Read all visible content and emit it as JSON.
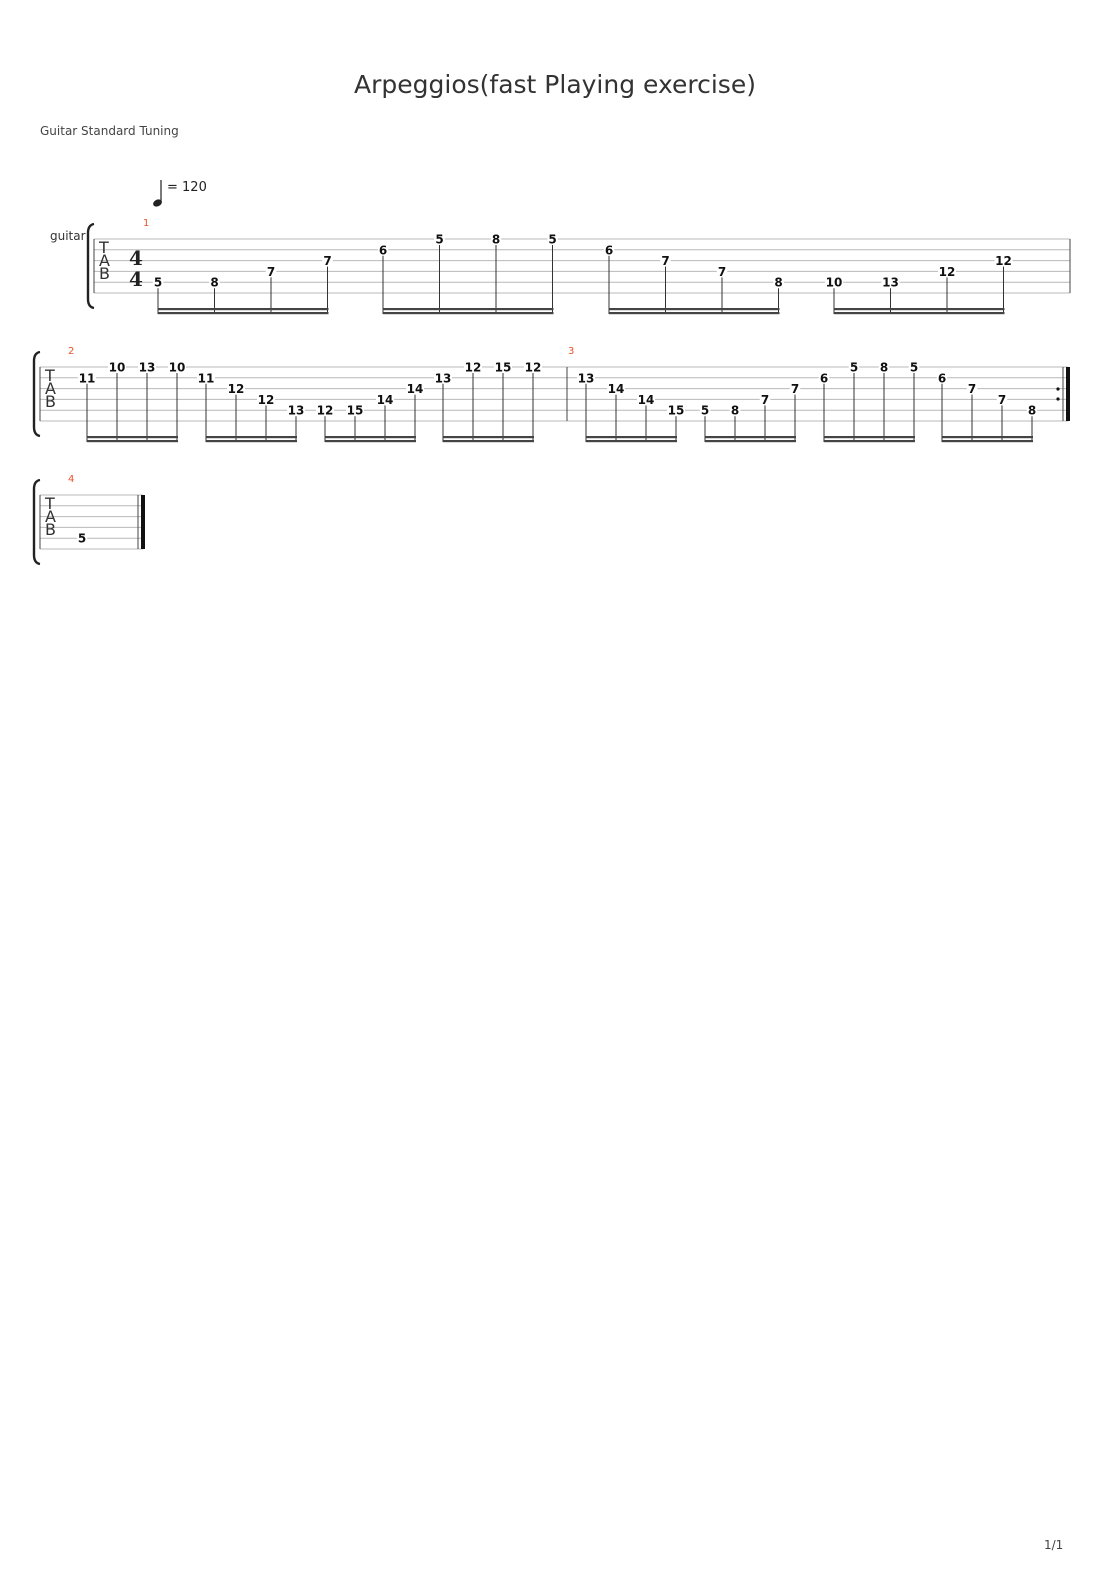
{
  "title": "Arpeggios(fast Playing exercise)",
  "tuning": "Guitar Standard Tuning",
  "tempo": {
    "bpm_text": "= 120",
    "note_icon": "quarter-note-icon"
  },
  "instrument": "guitar",
  "tab_letters": [
    "T",
    "A",
    "B"
  ],
  "time_signature": {
    "top": "4",
    "bottom": "4"
  },
  "page_number": "1/1",
  "measures": [
    {
      "number": "1",
      "line": 1,
      "groups": [
        {
          "notes": [
            {
              "fret": "5",
              "string": 4
            },
            {
              "fret": "8",
              "string": 4
            },
            {
              "fret": "7",
              "string": 3
            },
            {
              "fret": "7",
              "string": 2
            }
          ]
        },
        {
          "notes": [
            {
              "fret": "6",
              "string": 1
            },
            {
              "fret": "5",
              "string": 0
            },
            {
              "fret": "8",
              "string": 0
            },
            {
              "fret": "5",
              "string": 0
            }
          ]
        },
        {
          "notes": [
            {
              "fret": "6",
              "string": 1
            },
            {
              "fret": "7",
              "string": 2
            },
            {
              "fret": "7",
              "string": 3
            },
            {
              "fret": "8",
              "string": 4
            }
          ]
        },
        {
          "notes": [
            {
              "fret": "10",
              "string": 4
            },
            {
              "fret": "13",
              "string": 4
            },
            {
              "fret": "12",
              "string": 3
            },
            {
              "fret": "12",
              "string": 2
            }
          ]
        }
      ]
    },
    {
      "number": "2",
      "line": 2,
      "groups": [
        {
          "notes": [
            {
              "fret": "11",
              "string": 1
            },
            {
              "fret": "10",
              "string": 0
            },
            {
              "fret": "13",
              "string": 0
            },
            {
              "fret": "10",
              "string": 0
            }
          ]
        },
        {
          "notes": [
            {
              "fret": "11",
              "string": 1
            },
            {
              "fret": "12",
              "string": 2
            },
            {
              "fret": "12",
              "string": 3
            },
            {
              "fret": "13",
              "string": 4
            }
          ]
        },
        {
          "notes": [
            {
              "fret": "12",
              "string": 4
            },
            {
              "fret": "15",
              "string": 4
            },
            {
              "fret": "14",
              "string": 3
            },
            {
              "fret": "14",
              "string": 2
            }
          ]
        },
        {
          "notes": [
            {
              "fret": "13",
              "string": 1
            },
            {
              "fret": "12",
              "string": 0
            },
            {
              "fret": "15",
              "string": 0
            },
            {
              "fret": "12",
              "string": 0
            }
          ]
        }
      ]
    },
    {
      "number": "3",
      "line": 2,
      "groups": [
        {
          "notes": [
            {
              "fret": "13",
              "string": 1
            },
            {
              "fret": "14",
              "string": 2
            },
            {
              "fret": "14",
              "string": 3
            },
            {
              "fret": "15",
              "string": 4
            }
          ]
        },
        {
          "notes": [
            {
              "fret": "5",
              "string": 4
            },
            {
              "fret": "8",
              "string": 4
            },
            {
              "fret": "7",
              "string": 3
            },
            {
              "fret": "7",
              "string": 2
            }
          ]
        },
        {
          "notes": [
            {
              "fret": "6",
              "string": 1
            },
            {
              "fret": "5",
              "string": 0
            },
            {
              "fret": "8",
              "string": 0
            },
            {
              "fret": "5",
              "string": 0
            }
          ]
        },
        {
          "notes": [
            {
              "fret": "6",
              "string": 1
            },
            {
              "fret": "7",
              "string": 2
            },
            {
              "fret": "7",
              "string": 3
            },
            {
              "fret": "8",
              "string": 4
            }
          ]
        }
      ]
    },
    {
      "number": "4",
      "line": 3,
      "groups": [
        {
          "notes": [
            {
              "fret": "5",
              "string": 4
            }
          ]
        }
      ]
    }
  ]
}
